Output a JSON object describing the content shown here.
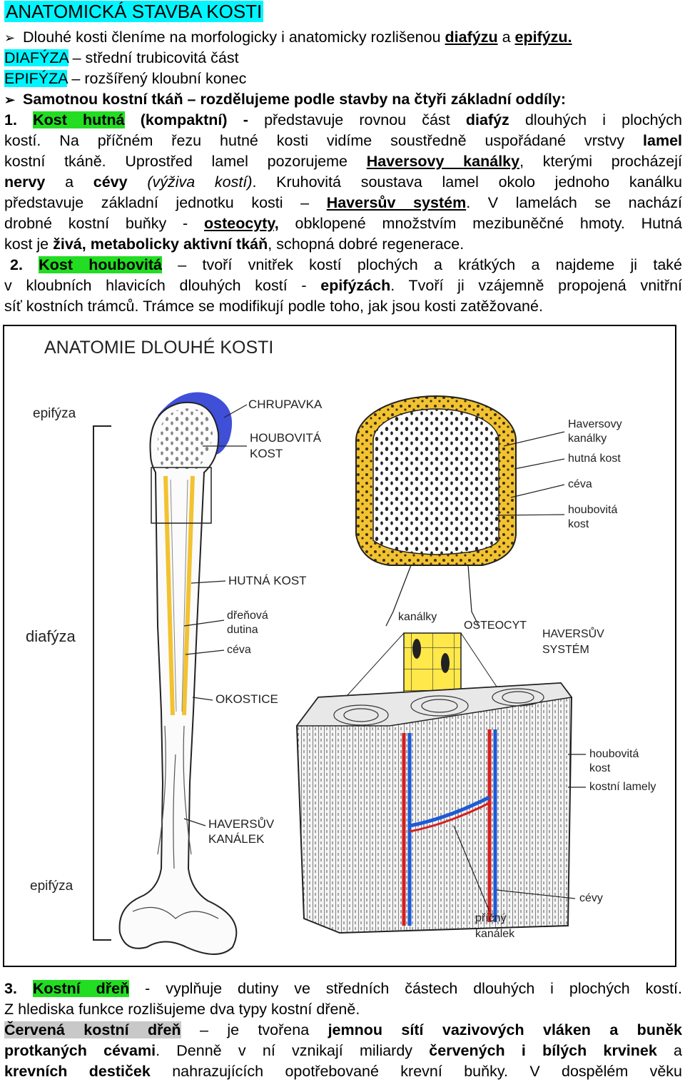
{
  "heading": "ANATOMICKÁ STAVBA KOSTI",
  "intro": {
    "arrow_glyph": "➢",
    "line1_pre": "Dlouhé kosti členíme na morfologicky i anatomicky rozlišenou ",
    "line1_diafyzu": "diafýzu",
    "line1_mid": " a ",
    "line1_epifyzu": "epifýzu.",
    "diafyza_term": "DIAFÝZA",
    "diafyza_def": " – střední trubicovitá část",
    "epifyza_term": "EPIFÝZA",
    "epifyza_def": " – rozšířený kloubní konec",
    "tissue_line": "Samotnou kostní tkáň – rozdělujeme podle stavby na čtyři základní oddíly:"
  },
  "section1": {
    "num": "1. ",
    "term": "Kost hutná",
    "term_rest": " (kompaktní) - ",
    "l1_rest": " představuje rovnou část ",
    "l1_diafyz": "diafýz",
    "l1_end": " dlouhých i plochých",
    "l2_start": "kostí. Na příčném řezu hutné kosti vidíme soustředně uspořádané vrstvy ",
    "l2_lamel": "lamel",
    "l3_start": "kostní tkáně. Uprostřed lamel pozorujeme ",
    "l3_haversovy": "Haversovy kanálky",
    "l3_end": ", kterými procházejí",
    "l4_nervy": "nervy",
    "l4_a": " a ",
    "l4_cevy": "cévy",
    "l4_vyziva": " (výživa kostí)",
    "l4_end": ". Kruhovitá soustava lamel okolo jednoho kanálku",
    "l5_start": "představuje základní jednotku kosti – ",
    "l5_system": "Haversův systém",
    "l5_end": ". V lamelách se nachází",
    "l6_start": "drobné kostní buňky - ",
    "l6_osteocyty": "osteocyty,",
    "l6_end": " obklopené množstvím mezibuněčné hmoty. Hutná",
    "l7_start": "kost je ",
    "l7_bold": "živá, metabolicky aktivní tkáň",
    "l7_end": ", schopná dobré regenerace."
  },
  "section2": {
    "num": "2.",
    "term": "Kost houbovitá",
    "l1_end": " – tvoří vnitřek kostí plochých a krátkých a najdeme ji také",
    "l2_start": "v kloubních hlavicích dlouhých kostí - ",
    "l2_bold": "epifýzách",
    "l2_end": ". Tvoří ji vzájemně propojená vnitřní",
    "l3": "síť kostních trámců. Trámce se modifikují podle toho, jak jsou kosti zatěžované."
  },
  "figure": {
    "title": "ANATOMIE DLOUHÉ KOSTI",
    "epifyza_top": "epifýza",
    "chrupavka": "CHRUPAVKA",
    "houbovita_1": "HOUBOVITÁ",
    "houbovita_2": "KOST",
    "hutna_kost_caps": "HUTNÁ KOST",
    "drenova_1": "dřeňová",
    "drenova_2": "dutina",
    "ceva_left": "céva",
    "diafyza": "diafýza",
    "okostice": "OKOSTICE",
    "haversuv_kanalek_1": "HAVERSŮV",
    "haversuv_kanalek_2": "KANÁLEK",
    "epifyza_bottom": "epifýza",
    "haversovy_1": "Haversovy",
    "haversovy_2": "kanálky",
    "hutna_kost": "hutná kost",
    "ceva_right": "céva",
    "houbovita_r1": "houbovitá",
    "houbovita_r2": "kost",
    "kanalky": "kanálky",
    "osteocyt": "OSTEOCYT",
    "haversuv_system_1": "HAVERSŮV",
    "haversuv_system_2": "SYSTÉM",
    "houbovita_b1": "houbovitá",
    "houbovita_b2": "kost",
    "kostni_lamely": "kostní lamely",
    "cevy": "cévy",
    "pricny_1": "příčný",
    "pricny_2": "kanálek"
  },
  "section3": {
    "num": "3. ",
    "term": "Kostní dřeň",
    "l1_end": " - vyplňuje dutiny ve středních částech dlouhých i plochých kostí.",
    "l2": "Z hlediska funkce rozlišujeme dva typy kostní dřeně.",
    "cervena": "Červená kostní dřeň",
    "l3_mid": " – je tvořena ",
    "l3_bold": "jemnou sítí vazivových vláken a buněk",
    "l4_bold": "protkaných cévami",
    "l4_end": ". Denně v ní vznikají miliardy ",
    "l4_bold2": "červených i bílých krvinek",
    "l4_a": " a",
    "l5_bold": "krevních destiček",
    "l5_end": " nahrazujících opotřebované krevní buňky. V dospělém věku"
  },
  "colors": {
    "highlight_green": "#22dd22",
    "highlight_cyan": "#00f5ff",
    "highlight_gray": "#c8c8c8",
    "bone_yellow": "#f2c230",
    "cartilage_blue": "#3f4fd8",
    "artery_red": "#d61e1e",
    "vein_blue": "#1e5ad6"
  }
}
